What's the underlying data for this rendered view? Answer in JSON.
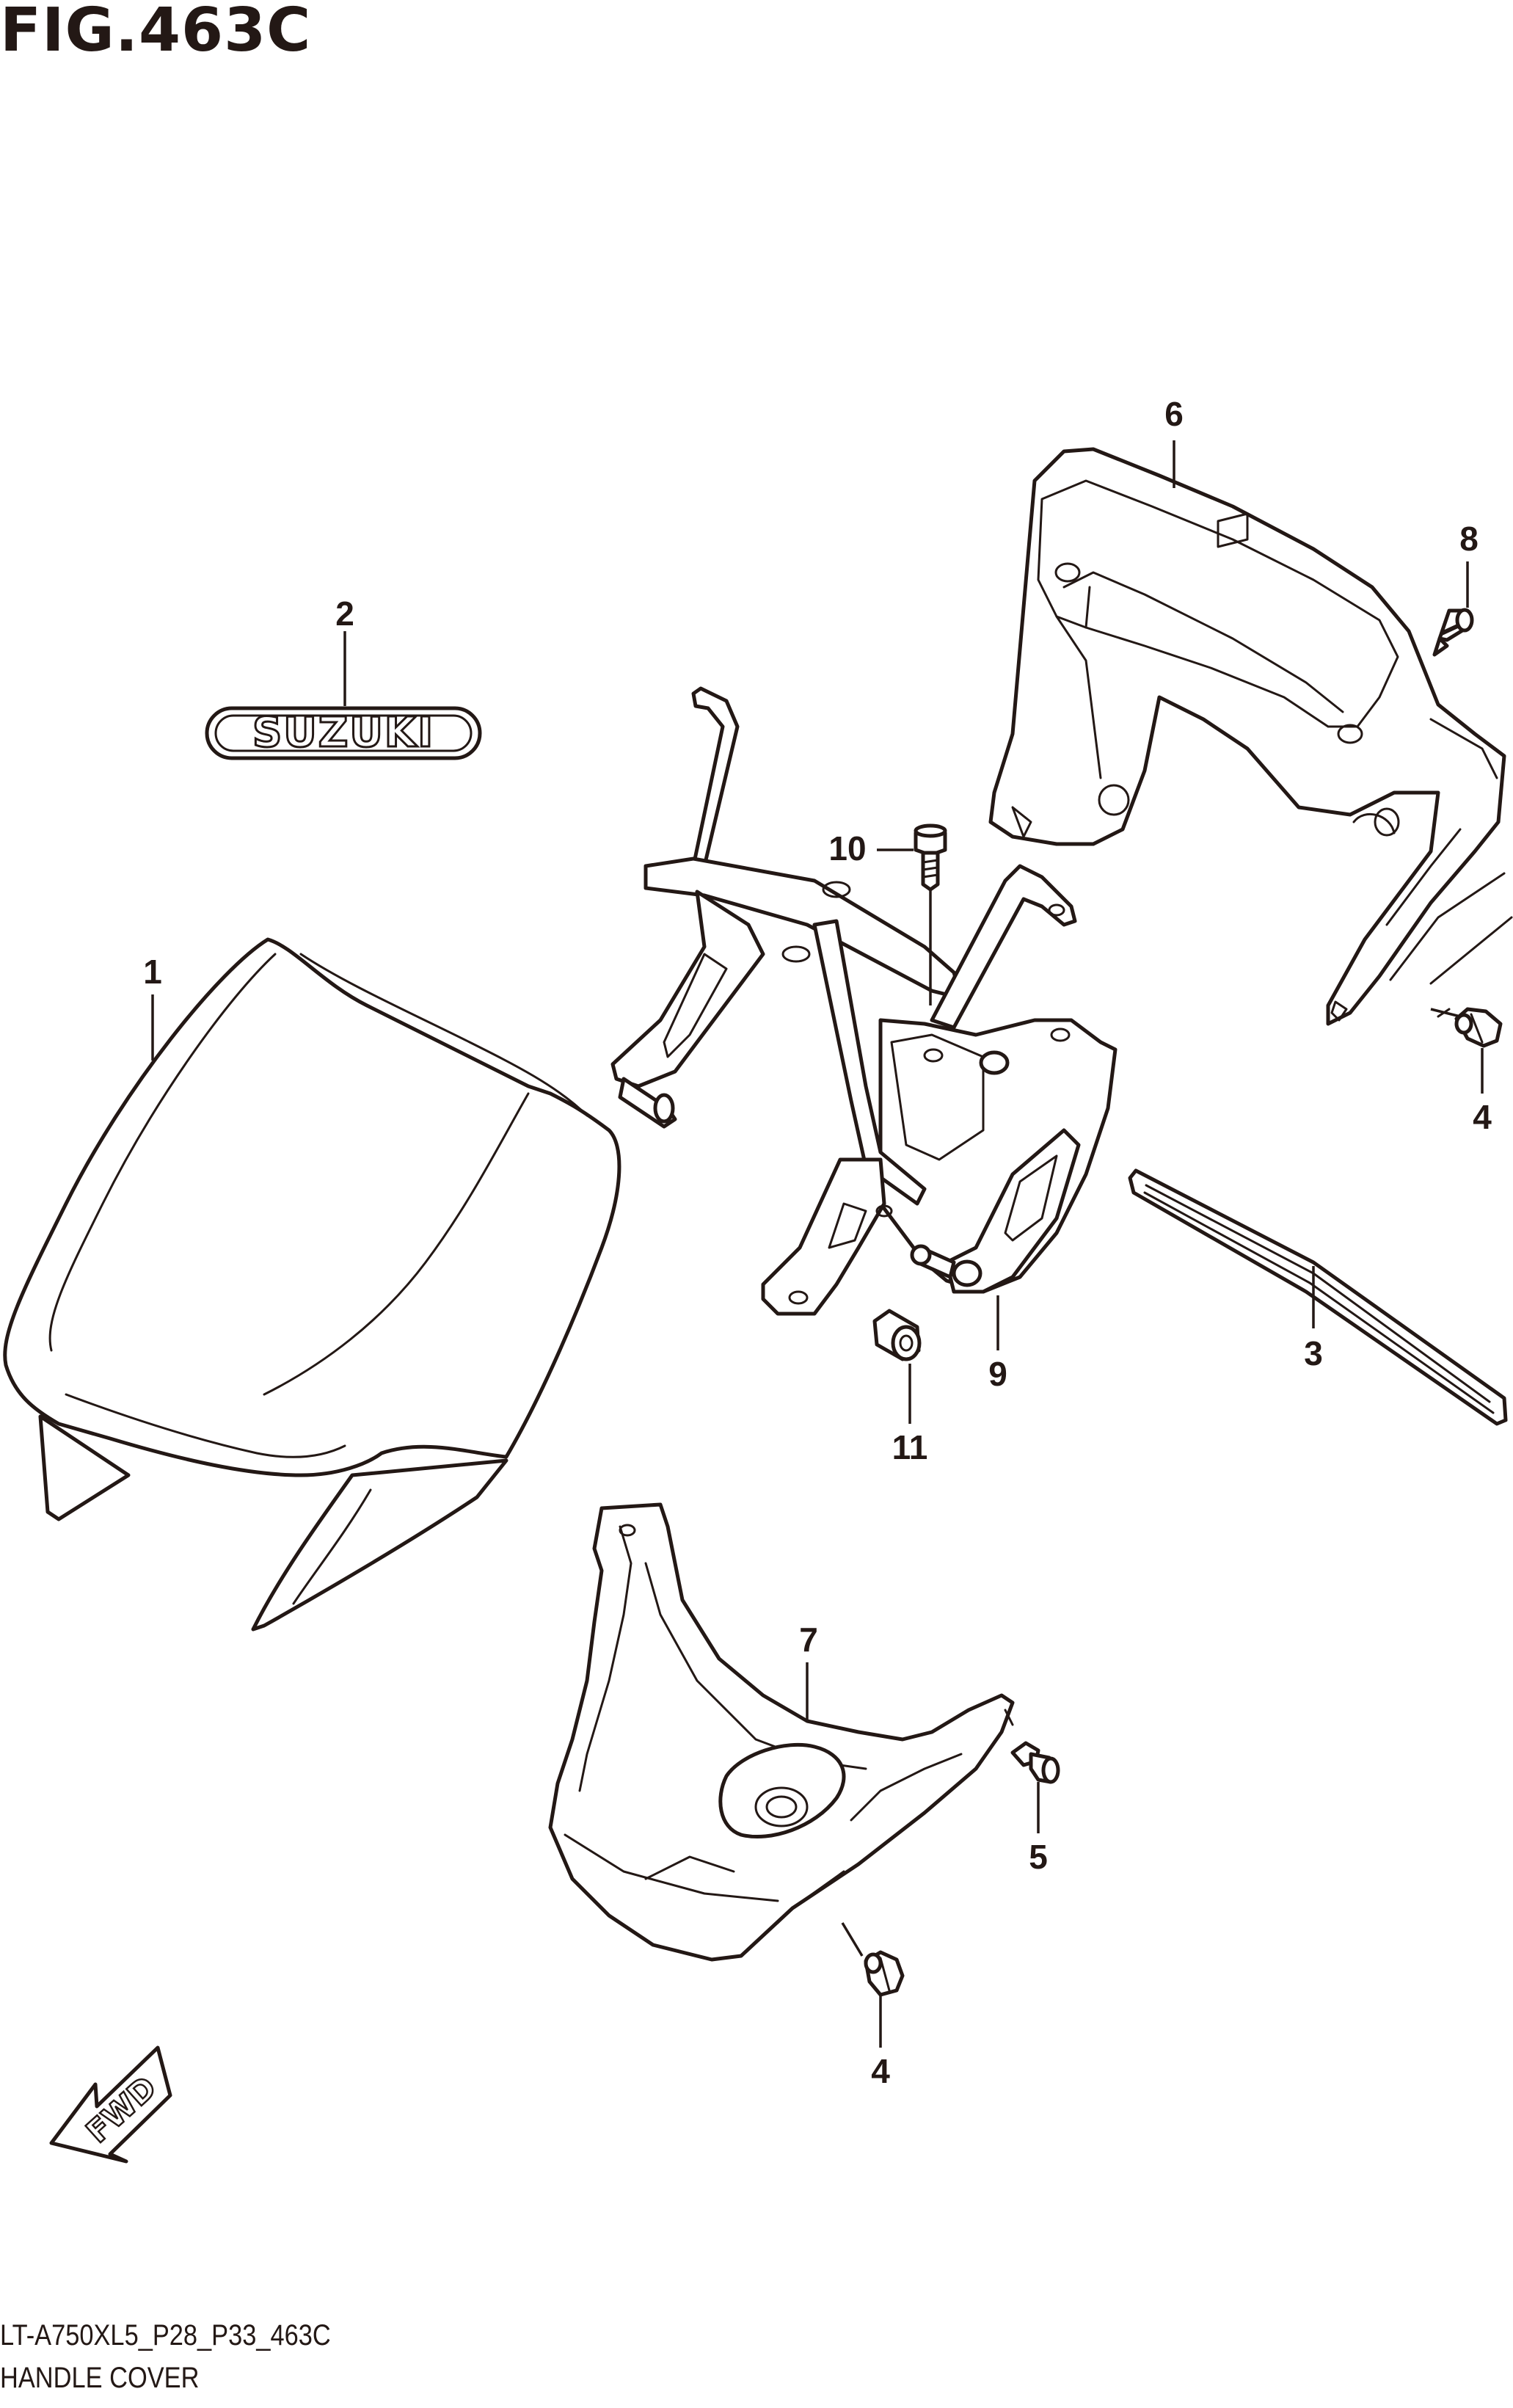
{
  "header": {
    "figure_title": "FIG.463C"
  },
  "footer": {
    "model_code": "LT-A750XL5_P28_P33_463C",
    "section_name": "HANDLE COVER"
  },
  "emblem": {
    "text": "SUZUKI"
  },
  "fwd_arrow": {
    "text": "FWD"
  },
  "callouts": [
    {
      "id": "c1",
      "label": "1"
    },
    {
      "id": "c2",
      "label": "2"
    },
    {
      "id": "c3",
      "label": "3"
    },
    {
      "id": "c4a",
      "label": "4"
    },
    {
      "id": "c4b",
      "label": "4"
    },
    {
      "id": "c5",
      "label": "5"
    },
    {
      "id": "c6",
      "label": "6"
    },
    {
      "id": "c7",
      "label": "7"
    },
    {
      "id": "c8",
      "label": "8"
    },
    {
      "id": "c9",
      "label": "9"
    },
    {
      "id": "c10",
      "label": "10"
    },
    {
      "id": "c11",
      "label": "11"
    }
  ]
}
